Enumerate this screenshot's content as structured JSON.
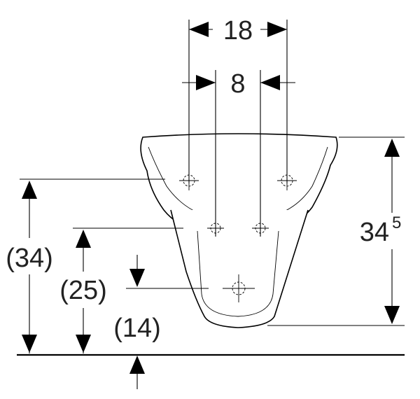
{
  "dimensions": {
    "top_outer": "18",
    "top_inner": "8",
    "height_main": "34",
    "height_main_sup": "5",
    "left_outer": "(34)",
    "left_middle": "(25)",
    "left_lower": "(14)"
  }
}
